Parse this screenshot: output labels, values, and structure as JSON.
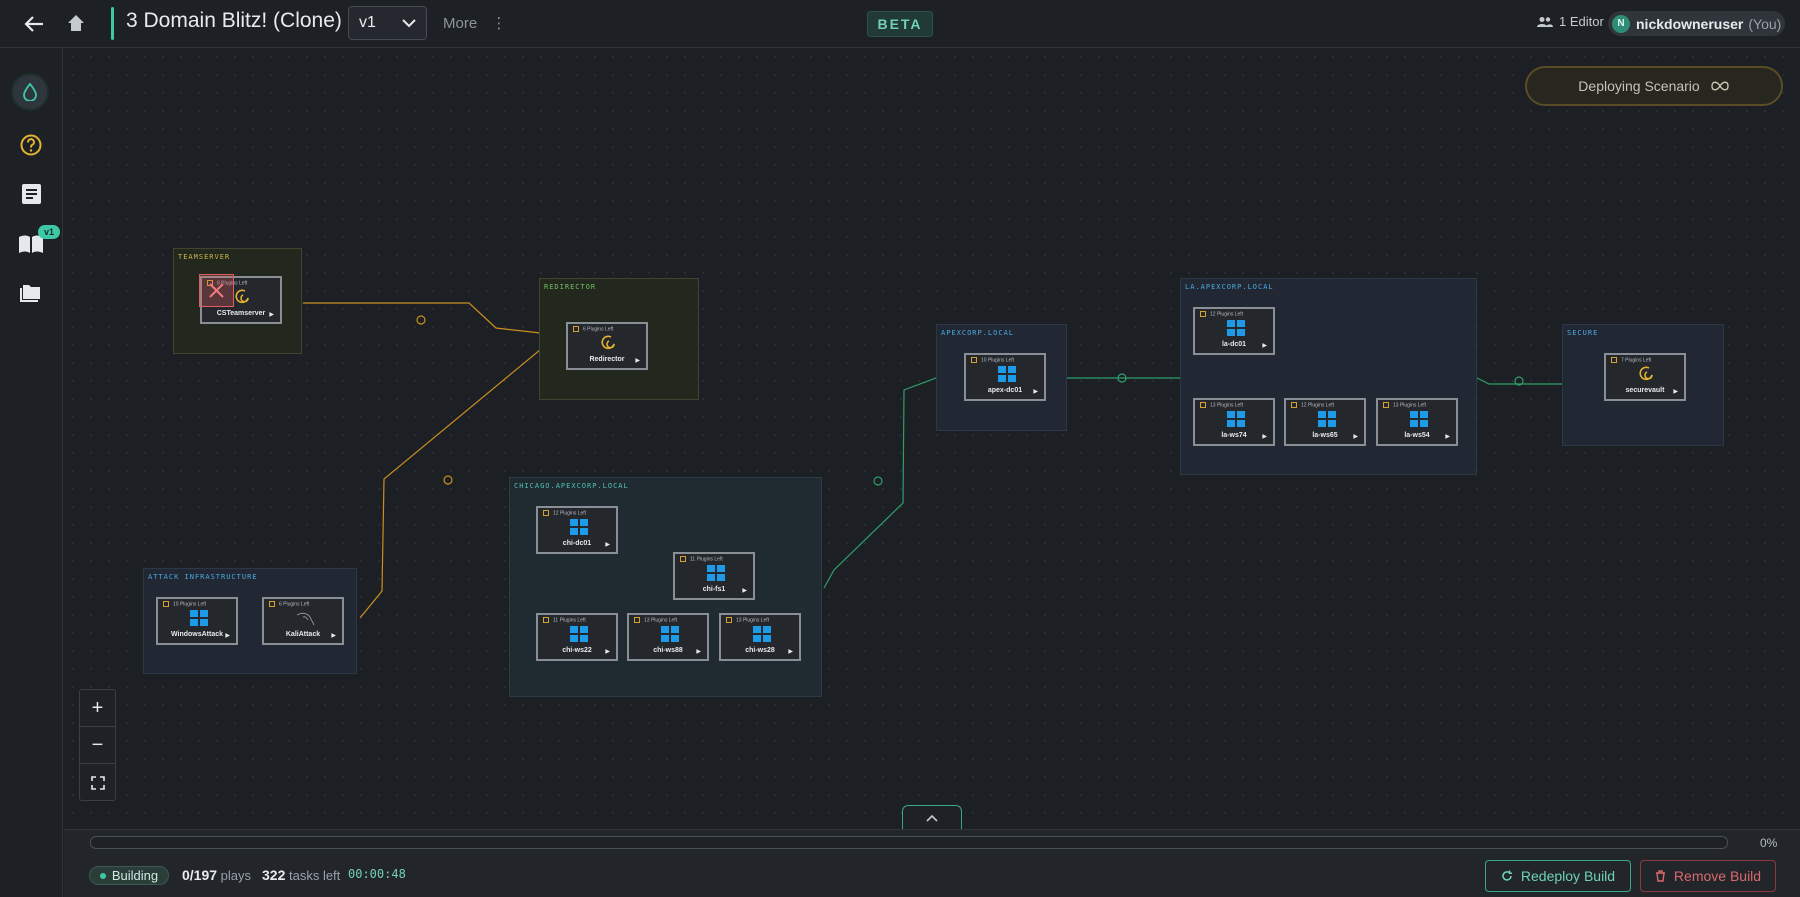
{
  "header": {
    "title": "3 Domain Blitz! (Clone)",
    "version": "v1",
    "more_label": "More",
    "beta_label": "BETA",
    "editor_count": "1 Editor",
    "user": {
      "initial": "N",
      "name": "nickdowneruser",
      "you_label": "(You)"
    }
  },
  "sidebar": {
    "items": [
      {
        "name": "logo-icon"
      },
      {
        "name": "help-icon"
      },
      {
        "name": "notes-icon"
      },
      {
        "name": "playbook-icon",
        "badge": "v1"
      },
      {
        "name": "folder-icon"
      }
    ]
  },
  "canvas": {
    "deploying_label": "Deploying Scenario",
    "zoom": {
      "in": "+",
      "out": "−"
    },
    "groups": {
      "teamserver": "TEAMSERVER",
      "redirector": "REDIRECTOR",
      "attack": "ATTACK INFRASTRUCTURE",
      "chicago": "CHICAGO.APEXCORP.LOCAL",
      "apexcorp": "APEXCORP.LOCAL",
      "la": "LA.APEXCORP.LOCAL",
      "secure": "SECURE"
    },
    "nodes": {
      "csteamserver": {
        "name": "CSTeamserver",
        "plugins": "8 Plugins Left"
      },
      "redirector": {
        "name": "Redirector",
        "plugins": "6 Plugins Left"
      },
      "windowsattack": {
        "name": "WindowsAttack",
        "plugins": "10 Plugins Left"
      },
      "kaliattack": {
        "name": "KaliAttack",
        "plugins": "6 Plugins Left"
      },
      "chi_dc01": {
        "name": "chi-dc01",
        "plugins": "12 Plugins Left"
      },
      "chi_fs1": {
        "name": "chi-fs1",
        "plugins": "11 Plugins Left"
      },
      "chi_ws22": {
        "name": "chi-ws22",
        "plugins": "11 Plugins Left"
      },
      "chi_ws88": {
        "name": "chi-ws88",
        "plugins": "13 Plugins Left"
      },
      "chi_ws28": {
        "name": "chi-ws28",
        "plugins": "13 Plugins Left"
      },
      "apex_dc01": {
        "name": "apex-dc01",
        "plugins": "10 Plugins Left"
      },
      "la_dc01": {
        "name": "la-dc01",
        "plugins": "12 Plugins Left"
      },
      "la_ws74": {
        "name": "la-ws74",
        "plugins": "13 Plugins Left"
      },
      "la_ws65": {
        "name": "la-ws65",
        "plugins": "12 Plugins Left"
      },
      "la_ws54": {
        "name": "la-ws54",
        "plugins": "13 Plugins Left"
      },
      "securevault": {
        "name": "securevault",
        "plugins": "7 Plugins Left"
      }
    }
  },
  "build": {
    "progress_fraction": 0,
    "percent_label": "0%",
    "status": "Building",
    "plays_done": "0/197",
    "plays_label": "plays",
    "tasks_left": "322",
    "tasks_label": "tasks left",
    "elapsed": "00:00:48",
    "redeploy_label": "Redeploy Build",
    "remove_label": "Remove Build"
  },
  "colors": {
    "accent": "#3dc9a7",
    "warning": "#d6a22d",
    "danger": "#d9686d",
    "windows": "#1e9be8"
  }
}
